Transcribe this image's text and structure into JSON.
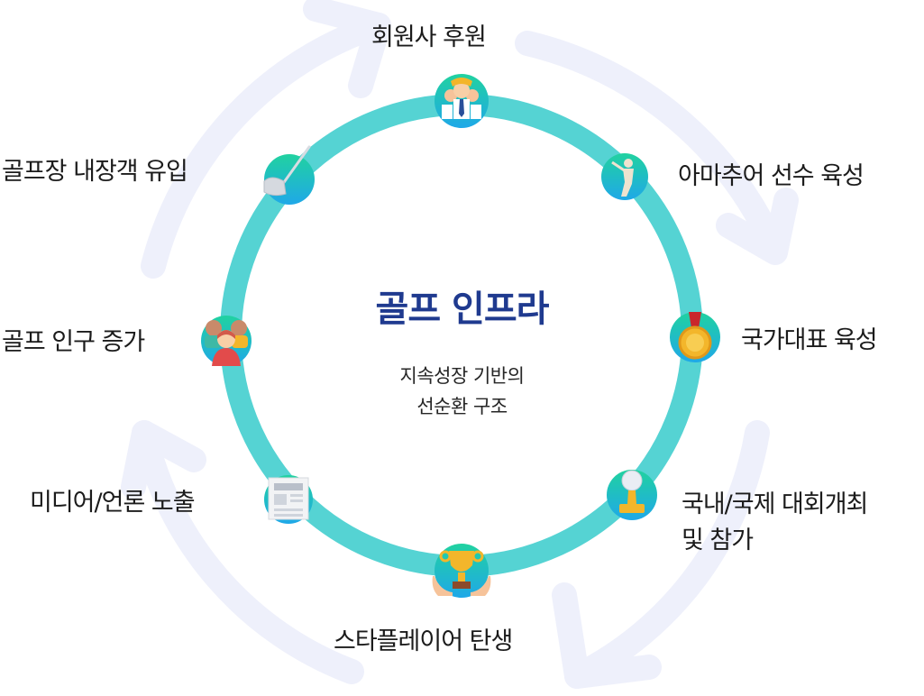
{
  "center": {
    "title": "골프 인프라",
    "subtitle_line1": "지속성장 기반의",
    "subtitle_line2": "선순환 구조"
  },
  "nodes": [
    {
      "id": "sponsor",
      "label": "회원사 후원",
      "icon": "business-people-icon"
    },
    {
      "id": "amateur",
      "label": "아마추어 선수 육성",
      "icon": "golfer-icon"
    },
    {
      "id": "national",
      "label": "국가대표 육성",
      "icon": "medal-icon"
    },
    {
      "id": "tournament",
      "label_line1": "국내/국제 대회개최",
      "label_line2": "및 참가",
      "icon": "golf-trophy-icon"
    },
    {
      "id": "star",
      "label": "스타플레이어 탄생",
      "icon": "trophy-hands-icon"
    },
    {
      "id": "media",
      "label": "미디어/언론 노출",
      "icon": "newspaper-icon"
    },
    {
      "id": "population",
      "label": "골프 인구 증가",
      "icon": "people-group-icon"
    },
    {
      "id": "visitors",
      "label": "골프장 내장객 유입",
      "icon": "golf-club-icon"
    }
  ],
  "colors": {
    "ring": "#55d3d3",
    "title": "#1f3a8f",
    "arrow": "#eef0fb",
    "badge_top": "#21d2a0",
    "badge_bottom": "#1fa8e8"
  }
}
